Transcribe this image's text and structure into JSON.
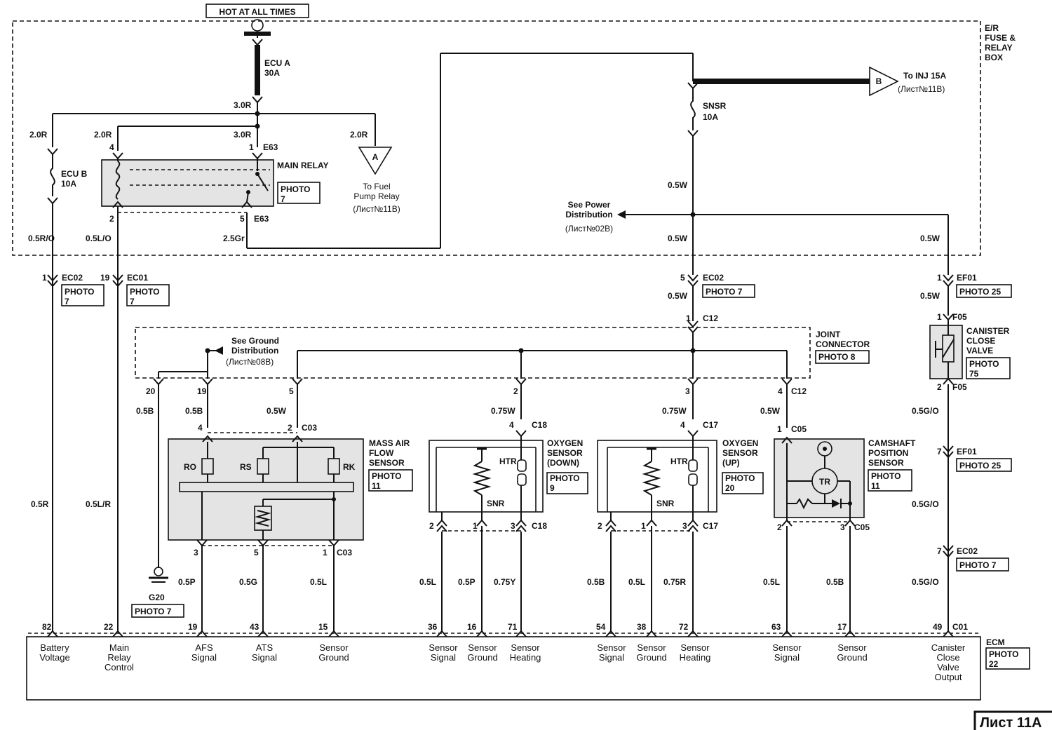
{
  "title": {
    "hot_at_all_times": "HOT AT ALL TIMES",
    "sheet": "Лист 11A"
  },
  "fuse_box": {
    "name": "E/R FUSE & RELAY BOX",
    "ecu_a": "ECU A",
    "ecu_a_rating": "30A",
    "ecu_b": "ECU B",
    "ecu_b_rating": "10A",
    "snsr": "SNSR",
    "snsr_rating": "10A",
    "main_relay": "MAIN RELAY",
    "connector_e63": "E63"
  },
  "refs": {
    "a_letter": "A",
    "a_text": "To Fuel Pump Relay",
    "a_sheet": "(Лист№11B)",
    "b_letter": "B",
    "b_text": "To INJ 15A",
    "b_sheet": "(Лист№11B)",
    "power_text": "See Power Distribution",
    "power_sheet": "(Лист№02B)",
    "ground_text": "See Ground Distribution",
    "ground_sheet": "(Лист№08B)"
  },
  "photos": {
    "p7": "PHOTO 7",
    "p8": "PHOTO 8",
    "p9": "PHOTO 9",
    "p11": "PHOTO 11",
    "p20": "PHOTO 20",
    "p22": "PHOTO 22",
    "p25": "PHOTO 25",
    "p75": "PHOTO 75"
  },
  "components": {
    "joint_connector": "JOINT CONNECTOR",
    "maf": "MASS AIR FLOW SENSOR",
    "o2_down": "OXYGEN SENSOR (DOWN)",
    "o2_up": "OXYGEN SENSOR (UP)",
    "cmp": "CAMSHAFT POSITION SENSOR",
    "canister": "CANISTER CLOSE VALVE",
    "ground": "G20",
    "ecm": "ECM",
    "ro": "RO",
    "rs": "RS",
    "rk": "RK",
    "htr": "HTR",
    "snr": "SNR",
    "tr": "TR"
  },
  "connectors": {
    "ec01": "EC01",
    "ec02": "EC02",
    "ef01": "EF01",
    "f05": "F05",
    "c01": "C01",
    "c03": "C03",
    "c05": "C05",
    "c12": "C12",
    "c17": "C17",
    "c18": "C18"
  },
  "pins": {
    "p1": "1",
    "p2": "2",
    "p3": "3",
    "p4": "4",
    "p5": "5",
    "p7": "7",
    "p19": "19",
    "p20": "20",
    "ecm_82": "82",
    "ecm_22": "22",
    "ecm_19": "19",
    "ecm_43": "43",
    "ecm_15": "15",
    "ecm_36": "36",
    "ecm_16": "16",
    "ecm_71": "71",
    "ecm_54": "54",
    "ecm_38": "38",
    "ecm_72": "72",
    "ecm_63": "63",
    "ecm_17": "17",
    "ecm_49": "49"
  },
  "wires": {
    "r30": "3.0R",
    "r20": "2.0R",
    "ro05": "0.5R/O",
    "lo05": "0.5L/O",
    "gr25": "2.5Gr",
    "w05": "0.5W",
    "w075": "0.75W",
    "b05": "0.5B",
    "r05": "0.5R",
    "lr05": "0.5L/R",
    "p05": "0.5P",
    "g05": "0.5G",
    "l05": "0.5L",
    "y075": "0.75Y",
    "r075": "0.75R",
    "go05": "0.5G/O"
  },
  "ecm_pins": {
    "battery": "Battery Voltage",
    "main_relay": "Main Relay Control",
    "afs": "AFS Signal",
    "ats": "ATS Signal",
    "sensor_ground": "Sensor Ground",
    "sensor_signal": "Sensor Signal",
    "sensor_heating": "Sensor Heating",
    "canister": "Canister Close Valve Output"
  }
}
